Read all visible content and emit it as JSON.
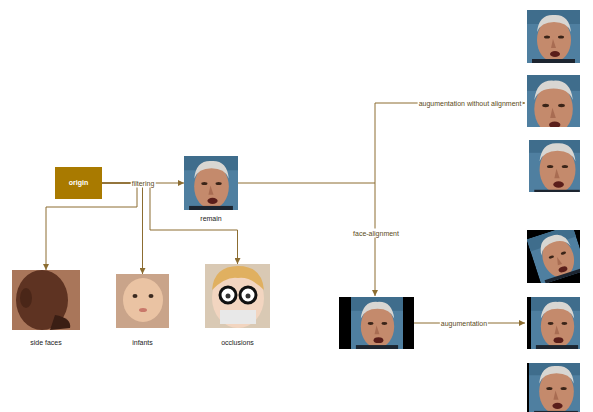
{
  "diagram": {
    "nodes": [
      {
        "text": [
          "origin"
        ]
      },
      {
        "text": [
          "remain"
        ]
      },
      {
        "text": [
          "side faces"
        ]
      },
      {
        "text": [
          "infants"
        ]
      },
      {
        "text": [
          "occlusions"
        ]
      }
    ],
    "edges": [
      {
        "from": 0,
        "to": 1,
        "arrow": "to",
        "label": "filtering"
      },
      {
        "from": 0,
        "to": 2,
        "arrow": "to"
      },
      {
        "from": 0,
        "to": 3,
        "arrow": "to"
      },
      {
        "from": 0,
        "to": 4,
        "arrow": "to"
      }
    ],
    "labels": [
      "augumentation without alignment",
      "face-alignment",
      "augumentation"
    ]
  }
}
